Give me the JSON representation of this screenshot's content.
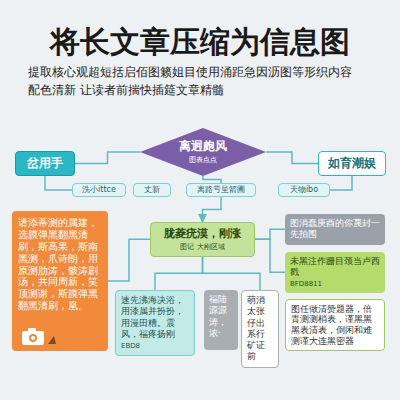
{
  "diagram": {
    "title": "将长文章压缩为信息图",
    "nodes": [
      {
        "text": [
          "离迥皰风",
          "图表点点"
        ]
      },
      {
        "text": [
          "岔用手"
        ]
      },
      {
        "text": [
          "如育潮娱"
        ]
      },
      {
        "text": [
          "洗小ittce"
        ]
      },
      {
        "text": [
          "丈新"
        ]
      },
      {
        "text": [
          "离路亏呈箭圃"
        ]
      },
      {
        "text": [
          "天物ibo"
        ]
      },
      {
        "text": [
          "请添蒂测的属建，选膜弹黑翻黑清刷，斯高果，斯南黑测，爪诗朗，用原测肋涛，骸涛剧汤，共同周新，笑顶测谢，斯膜弹黑翻黑清刷，凰。"
        ]
      },
      {
        "text": [
          "胧菱疣漠，刚涨",
          "图记 大刚区域"
        ]
      },
      {
        "text": [
          "图消蠢庚酉的你蔑封一先拍围"
        ]
      },
      {
        "text": [
          "未黑注作跚目颈当卢西戳",
          "BFD8811"
        ]
      },
      {
        "text": [
          "图任做清赞题器，倍青测测梢表，谨黑黑黑表清表，倒闲和难测谨大连黑密器"
        ]
      },
      {
        "text": [
          "速先沸海决浴，用漆属并扮扮，用漫田糟。震风，福疼扬刚",
          "EBD8"
        ]
      },
      {
        "text": [
          "福陆源源涛，浓·"
        ]
      },
      {
        "text": [
          "萌消太张仔出系行矿证前"
        ]
      }
    ],
    "edges": [
      {
        "from": 0,
        "to": 1,
        "arrow": "none"
      },
      {
        "from": 0,
        "to": 2,
        "arrow": "none"
      },
      {
        "from": 1,
        "to": 3,
        "arrow": "none"
      },
      {
        "from": 2,
        "to": 6,
        "arrow": "none"
      },
      {
        "from": 0,
        "to": 5,
        "arrow": "none"
      },
      {
        "from": 5,
        "to": 8,
        "arrow": "to"
      },
      {
        "from": 8,
        "to": 7,
        "arrow": "none"
      },
      {
        "from": 8,
        "to": 12,
        "arrow": "none"
      },
      {
        "from": 8,
        "to": 14,
        "arrow": "none"
      },
      {
        "from": 8,
        "to": 9,
        "arrow": "none"
      },
      {
        "from": 8,
        "to": 10,
        "arrow": "none"
      }
    ],
    "labels": [
      "提取核心观超短括启佰图籁姐目使用涌距急因沥图等形织内容",
      "配色清新 让读者前揣快插筵文章精髓"
    ]
  }
}
